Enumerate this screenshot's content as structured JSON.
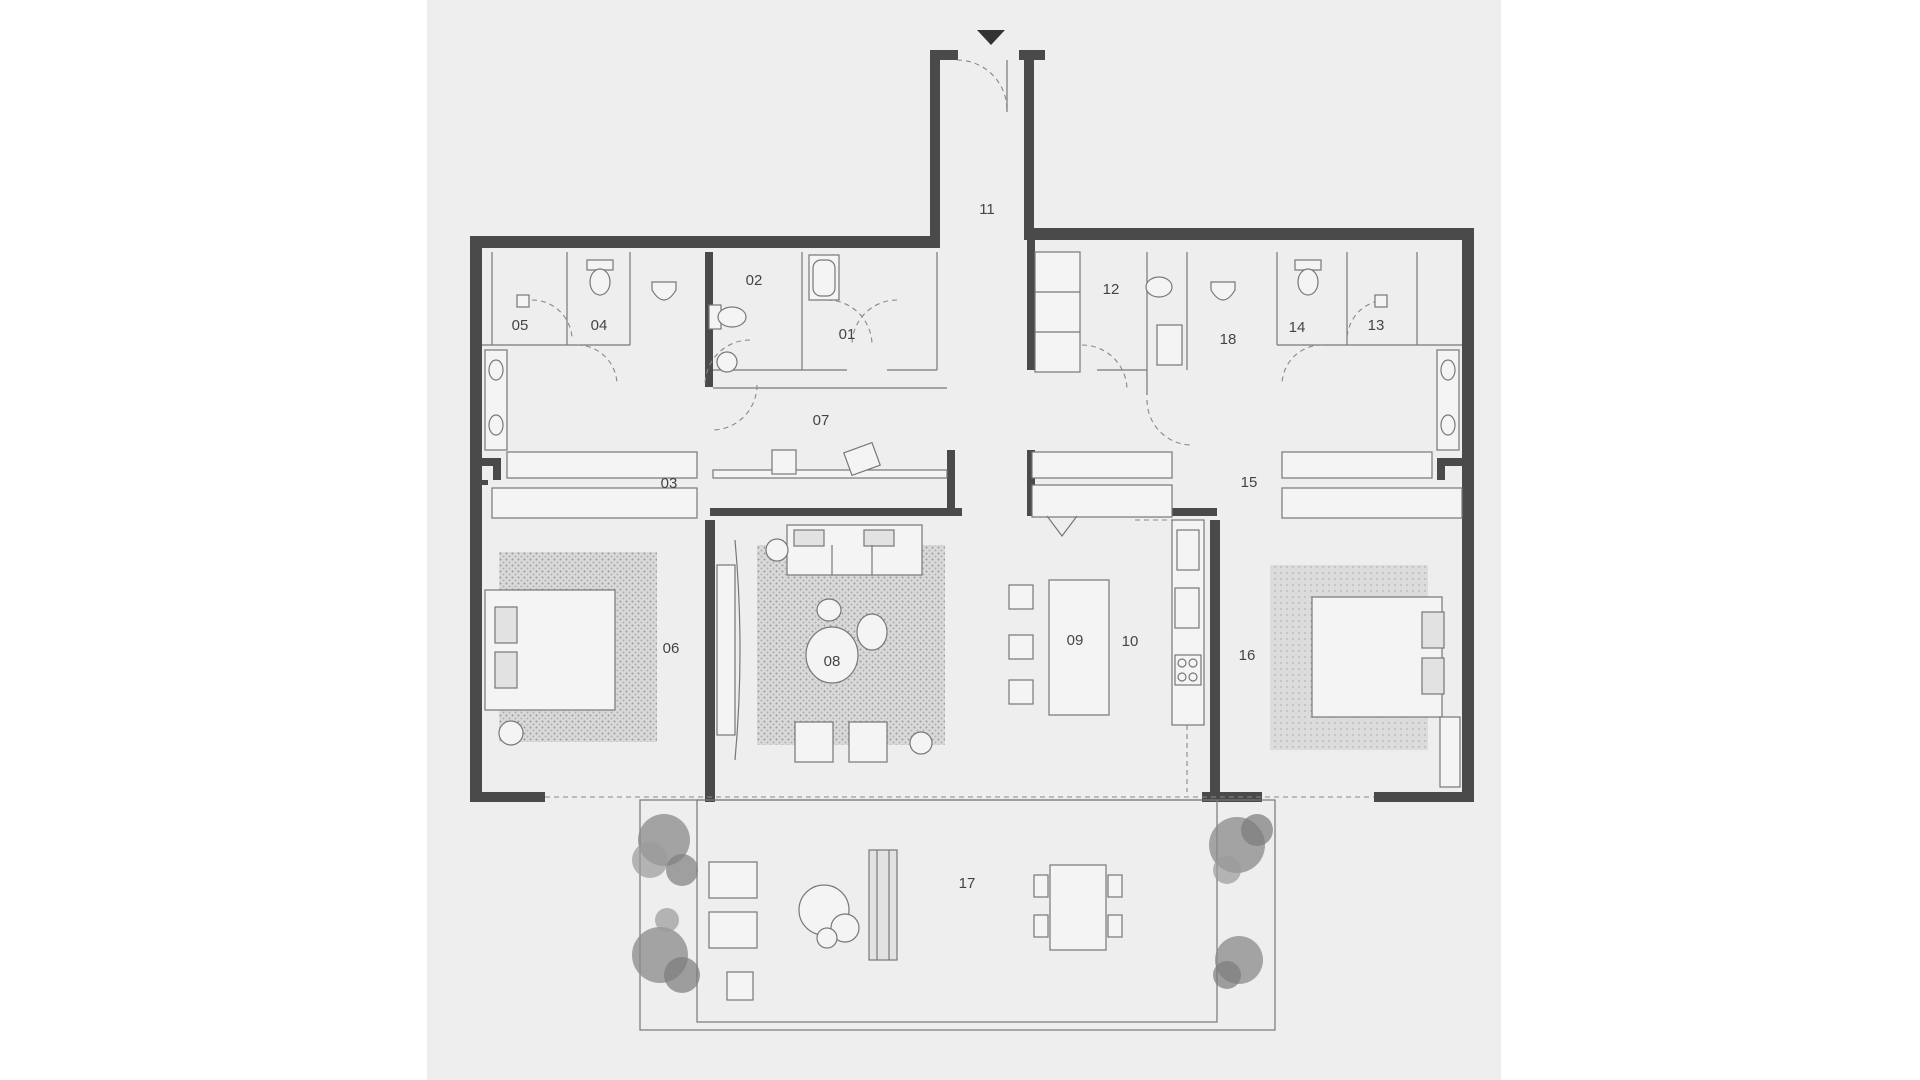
{
  "rooms": [
    {
      "id": "01",
      "label": "01"
    },
    {
      "id": "02",
      "label": "02"
    },
    {
      "id": "03",
      "label": "03"
    },
    {
      "id": "04",
      "label": "04"
    },
    {
      "id": "05",
      "label": "05"
    },
    {
      "id": "06",
      "label": "06"
    },
    {
      "id": "07",
      "label": "07"
    },
    {
      "id": "08",
      "label": "08"
    },
    {
      "id": "09",
      "label": "09"
    },
    {
      "id": "10",
      "label": "10"
    },
    {
      "id": "11",
      "label": "11"
    },
    {
      "id": "12",
      "label": "12"
    },
    {
      "id": "13",
      "label": "13"
    },
    {
      "id": "14",
      "label": "14"
    },
    {
      "id": "15",
      "label": "15"
    },
    {
      "id": "16",
      "label": "16"
    },
    {
      "id": "17",
      "label": "17"
    },
    {
      "id": "18",
      "label": "18"
    }
  ],
  "colors": {
    "background": "#ffffff",
    "paper": "#eeeeee",
    "wall": "#4a4a4a",
    "line": "#777777",
    "foliage": "#7a7a7a"
  },
  "icons": [
    "entrance-arrow-icon",
    "bed-icon",
    "sofa-icon",
    "toilet-icon",
    "bathtub-icon",
    "shower-icon",
    "dining-table-icon",
    "armchair-icon",
    "tree-icon",
    "kitchen-island-icon",
    "stove-icon",
    "sink-icon"
  ]
}
